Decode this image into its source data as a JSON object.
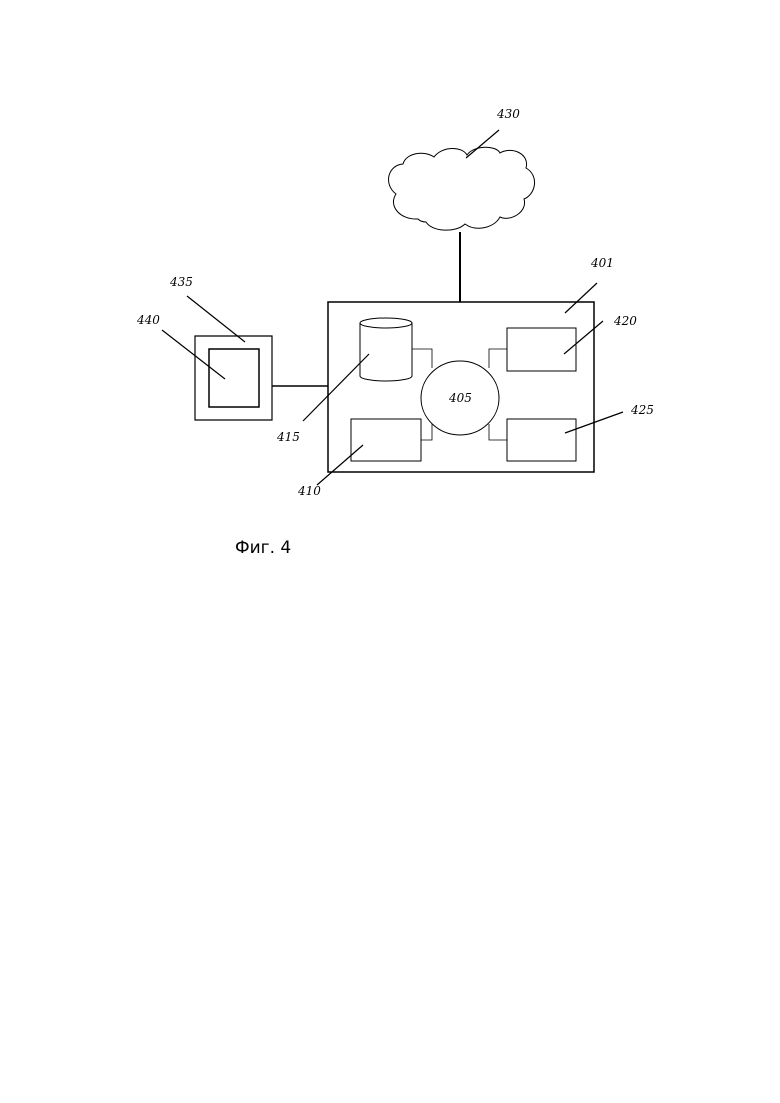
{
  "labels": {
    "network": "430",
    "computer": "401",
    "processor": "405",
    "storage": "410",
    "database": "415",
    "module_a": "420",
    "module_b": "425",
    "terminal": "435",
    "screen": "440"
  },
  "caption": "Фиг. 4"
}
